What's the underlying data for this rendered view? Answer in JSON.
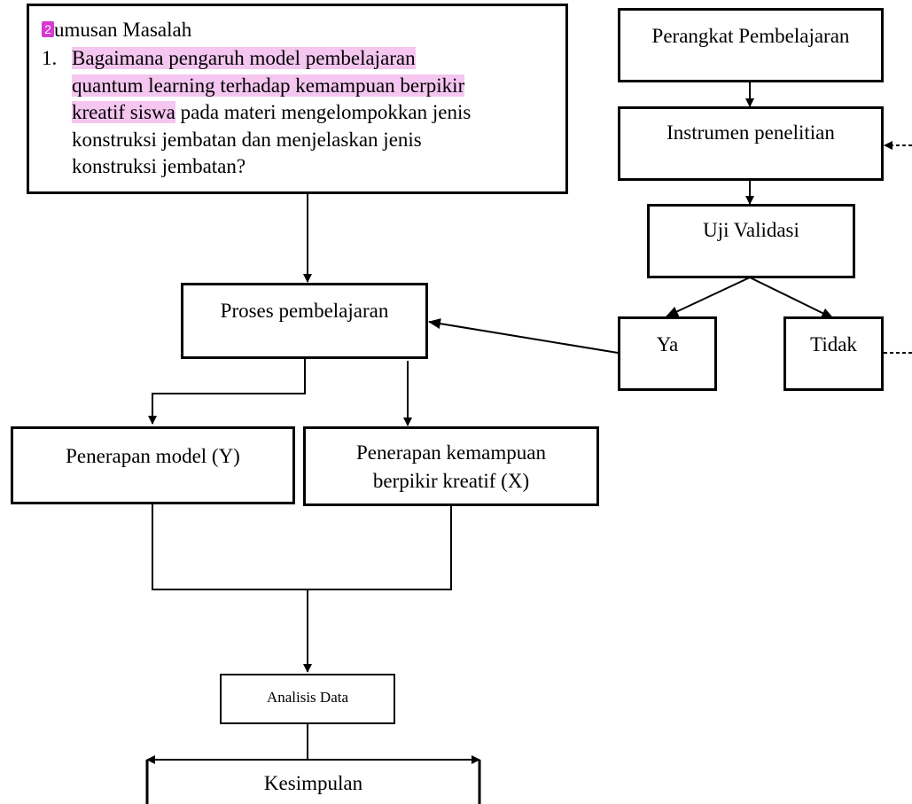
{
  "rumusan": {
    "badge": "2",
    "title_rest": "umusan Masalah",
    "item_number": "1.",
    "line1": "Bagaimana pengaruh model pembelajaran",
    "line2": "quantum learning terhadap kemampuan berpikir",
    "line3_highlight": "kreatif siswa",
    "line3_rest": " pada materi mengelompokkan jenis",
    "line4": "konstruksi jembatan dan menjelaskan jenis",
    "line5": "konstruksi jembatan?"
  },
  "nodes": {
    "perangkat": "Perangkat Pembelajaran",
    "instrumen": "Instrumen penelitian",
    "uji": "Uji Validasi",
    "ya": "Ya",
    "tidak": "Tidak",
    "proses": "Proses pembelajaran",
    "penerapan_model": "Penerapan model (Y)",
    "penerapan_kemampuan_1": "Penerapan kemampuan",
    "penerapan_kemampuan_2": "berpikir kreatif (X)",
    "analisis": "Analisis Data",
    "kesimpulan": "Kesimpulan"
  },
  "colors": {
    "highlight": "#f4c6f0",
    "badge": "#d63ad0",
    "stroke": "#000000"
  }
}
